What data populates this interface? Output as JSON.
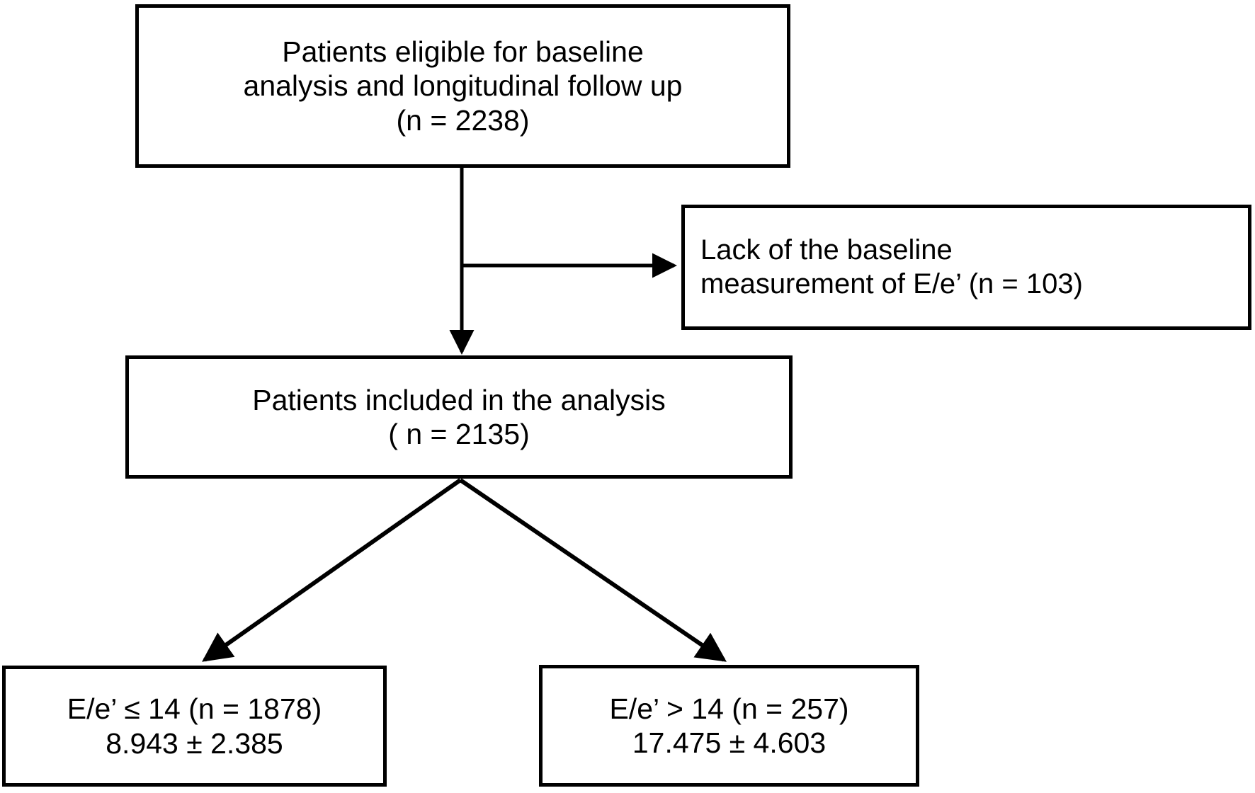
{
  "figure": {
    "type": "flowchart",
    "orientation": "top-down",
    "background_color": "#ffffff",
    "line_color": "#000000",
    "text_color": "#000000"
  },
  "nodes": {
    "eligible": {
      "id": "eligible",
      "role": "source-cohort",
      "lines": [
        "Patients eligible for baseline",
        "analysis and longitudinal follow up",
        "(n = 2238)"
      ],
      "n": 2238,
      "align": "center"
    },
    "excluded": {
      "id": "excluded",
      "role": "exclusion",
      "lines": [
        "Lack of the baseline",
        "measurement of E/e’ (n = 103)"
      ],
      "n": 103,
      "align": "left"
    },
    "included": {
      "id": "included",
      "role": "analysis-cohort",
      "lines": [
        "Patients included in the analysis",
        "( n = 2135)"
      ],
      "n": 2135,
      "align": "center"
    },
    "low_group": {
      "id": "low_group",
      "role": "subgroup",
      "lines": [
        "E/e’ ≤ 14 (n = 1878)",
        "8.943 ± 2.385"
      ],
      "n": 1878,
      "mean": 8.943,
      "sd": 2.385,
      "align": "center"
    },
    "high_group": {
      "id": "high_group",
      "role": "subgroup",
      "lines": [
        "E/e’ > 14 (n = 257)",
        "17.475 ± 4.603"
      ],
      "n": 257,
      "mean": 17.475,
      "sd": 4.603,
      "align": "center"
    }
  },
  "edges": [
    {
      "id": "eligible-to-included",
      "from": "eligible",
      "to": "included",
      "style": "straight-down",
      "arrow": true
    },
    {
      "id": "eligible-to-excluded",
      "from": "eligible",
      "to": "excluded",
      "style": "branch-right",
      "arrow": true
    },
    {
      "id": "included-to-low",
      "from": "included",
      "to": "low_group",
      "style": "diagonal-left",
      "arrow": true
    },
    {
      "id": "included-to-high",
      "from": "included",
      "to": "high_group",
      "style": "diagonal-right",
      "arrow": true
    }
  ]
}
